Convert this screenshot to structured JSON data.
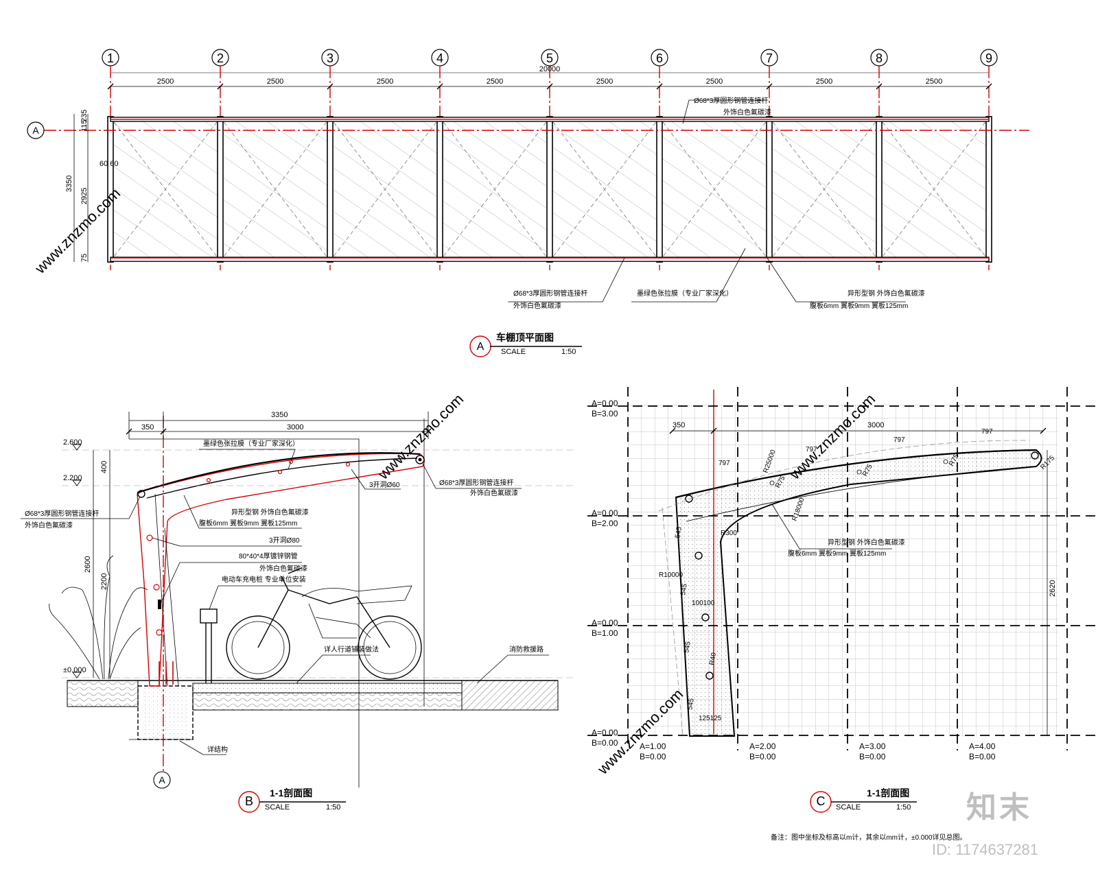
{
  "plan": {
    "axes": [
      "1",
      "2",
      "3",
      "4",
      "5",
      "6",
      "7",
      "8",
      "9"
    ],
    "span_labels": [
      "2500",
      "2500",
      "2500",
      "2500",
      "2500",
      "2500",
      "2500",
      "2500"
    ],
    "total": "20000",
    "row_axis": "A",
    "left_dims": [
      "235",
      "115",
      "3350",
      "2925",
      "75"
    ],
    "left_note": "60 60",
    "note_top_1": "Ø68*3厚圆形钢管连接杆",
    "note_top_2": "外饰白色氟碳漆",
    "note_b1_1": "Ø68*3厚圆形钢管连接杆",
    "note_b1_2": "外饰白色氟碳漆",
    "note_b2": "墨绿色张拉膜（专业厂家深化）",
    "note_b3_1": "异形型钢 外饰白色氟碳漆",
    "note_b3_2": "腹板6mm 翼板9mm 翼板125mm",
    "title": "车棚顶平面图",
    "marker": "A",
    "scale_word": "SCALE",
    "scale": "1:50"
  },
  "secB": {
    "dim_total": "3350",
    "dim_a": "350",
    "dim_b": "3000",
    "lv1": "2.600",
    "lv2": "2.200",
    "lv0": "±0.000",
    "vd_400": "400",
    "vd_2600": "2600",
    "vd_2200": "2200",
    "n_membrane": "墨绿色张拉膜（专业厂家深化）",
    "n_hole60": "3开洞Ø60",
    "n_pipe_r1": "Ø68*3厚圆形钢管连接杆",
    "n_pipe_r2": "外饰白色氟碳漆",
    "n_pipe_l1": "Ø68*3厚圆形钢管连接杆",
    "n_pipe_l2": "外饰白色氟碳漆",
    "n_steel1": "异形型钢 外饰白色氟碳漆",
    "n_steel2": "腹板6mm 翼板9mm 翼板125mm",
    "n_hole80": "3开洞Ø80",
    "n_rect1": "80*40*4厚镀锌钢管",
    "n_rect2": "外饰白色氟碳漆",
    "n_charger": "电动车充电桩 专业单位安装",
    "n_paving": "详人行道铺装做法",
    "n_fire": "消防救援路",
    "n_struct": "详结构",
    "axis": "A",
    "title": "1-1剖面图",
    "marker": "B",
    "scale_word": "SCALE",
    "scale": "1:50"
  },
  "secC": {
    "top_labels": [
      [
        "A=0.00",
        "B=3.00"
      ],
      [
        "A=0.00",
        "B=2.00"
      ],
      [
        "A=0.00",
        "B=1.00"
      ],
      [
        "A=0.00",
        "B=0.00"
      ]
    ],
    "bottom_labels": [
      [
        "A=1.00",
        "B=0.00"
      ],
      [
        "A=2.00",
        "B=0.00"
      ],
      [
        "A=3.00",
        "B=0.00"
      ],
      [
        "A=4.00",
        "B=0.00"
      ]
    ],
    "d350": "350",
    "d3000": "3000",
    "d797": "797",
    "r25000": "R25000",
    "r18000": "R18000",
    "r10000": "R10000",
    "r300": "R300",
    "r175": "R175",
    "r75": "R75",
    "r40": "R40",
    "d545": "545",
    "d100": "100100",
    "d125": "125125",
    "d2620": "2620",
    "n_steel1": "异形型钢 外饰白色氟碳漆",
    "n_steel2": "腹板6mm 翼板9mm 翼板125mm",
    "title": "1-1剖面图",
    "marker": "C",
    "scale_word": "SCALE",
    "scale": "1:50",
    "remark": "备注：图中坐标及标高以m计，其余以mm计，±0.000详见总图。"
  },
  "watermark": {
    "logo": "知末",
    "id": "ID: 1174637281",
    "site": "www.znzmo.com"
  }
}
